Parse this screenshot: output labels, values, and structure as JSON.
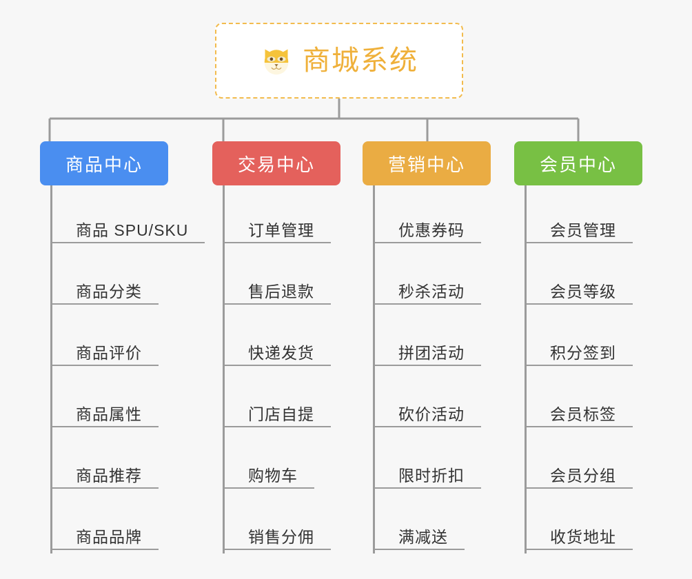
{
  "diagram": {
    "type": "mindmap",
    "background_color": "#f7f7f7",
    "root": {
      "label": "商城系统",
      "icon": "shiba-dog-face-icon",
      "text_color": "#efb03a",
      "border_color": "#f2bb4d",
      "background_color": "#ffffff"
    },
    "connector_color": "#9b9b9b",
    "branches": [
      {
        "label": "商品中心",
        "color": "#4a8ef0",
        "items": [
          "商品 SPU/SKU",
          "商品分类",
          "商品评价",
          "商品属性",
          "商品推荐",
          "商品品牌"
        ]
      },
      {
        "label": "交易中心",
        "color": "#e4615c",
        "items": [
          "订单管理",
          "售后退款",
          "快递发货",
          "门店自提",
          "购物车",
          "销售分佣"
        ]
      },
      {
        "label": "营销中心",
        "color": "#eaac43",
        "items": [
          "优惠券码",
          "秒杀活动",
          "拼团活动",
          "砍价活动",
          "限时折扣",
          "满减送"
        ]
      },
      {
        "label": "会员中心",
        "color": "#78c044",
        "items": [
          "会员管理",
          "会员等级",
          "积分签到",
          "会员标签",
          "会员分组",
          "收货地址"
        ]
      }
    ]
  }
}
